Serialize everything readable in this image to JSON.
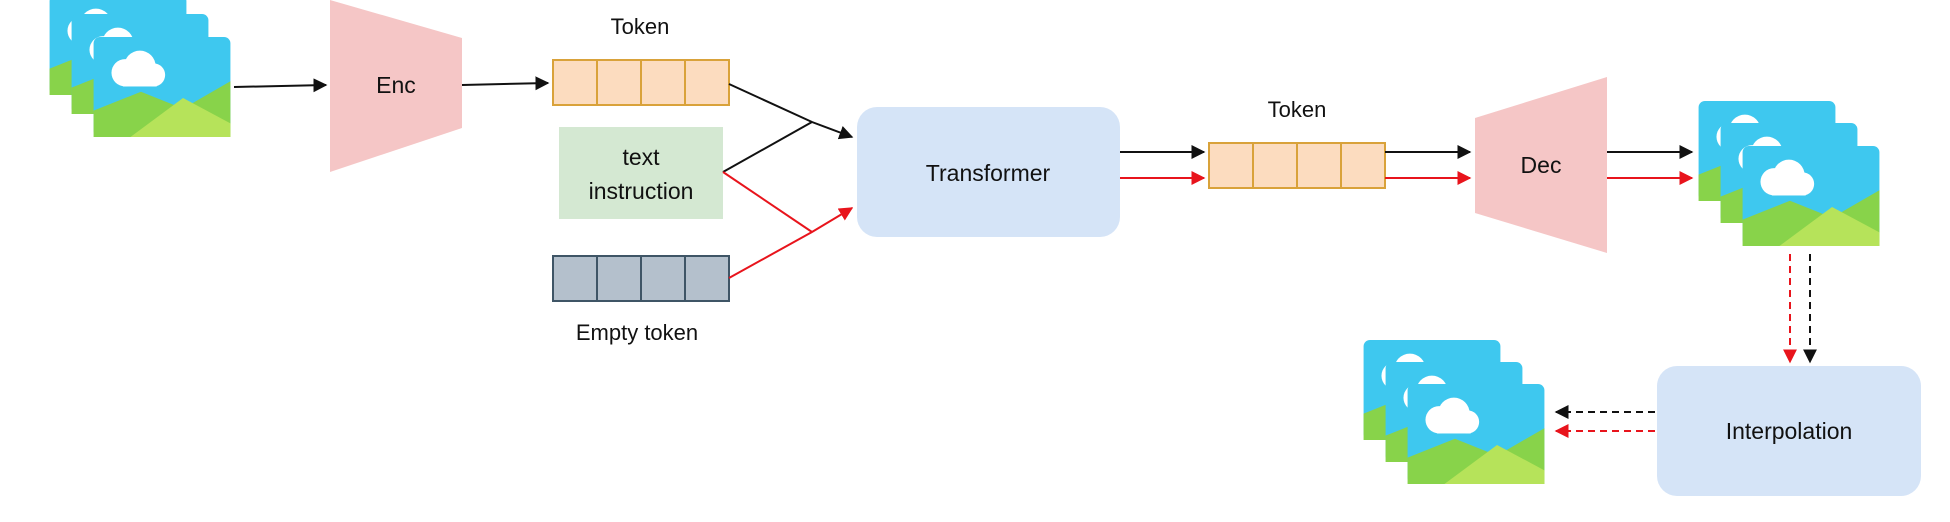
{
  "nodes": {
    "encoder": {
      "label": "Enc"
    },
    "decoder": {
      "label": "Dec"
    },
    "transformer": {
      "label": "Transformer"
    },
    "interpolation": {
      "label": "Interpolation"
    },
    "text_instruction": {
      "line1": "text",
      "line2": "instruction"
    }
  },
  "labels": {
    "input_token": "Token",
    "output_token": "Token",
    "empty_token": "Empty token"
  },
  "colors": {
    "token_fill": "#fcdcbf",
    "token_stroke": "#d9a23a",
    "empty_token_fill": "#b4c0cc",
    "empty_token_stroke": "#3f5566",
    "trapezoid_fill": "#f5c6c6",
    "process_fill": "#d5e4f7",
    "text_fill": "#d4e8d2",
    "arrow_black": "#111111",
    "arrow_red": "#e8141c",
    "image_sky": "#3ec8ef",
    "image_mountain": "#88d34a"
  },
  "icons": {
    "input_images": "image-stack-icon",
    "output_images": "image-stack-icon",
    "interpolated_images": "image-stack-icon"
  }
}
